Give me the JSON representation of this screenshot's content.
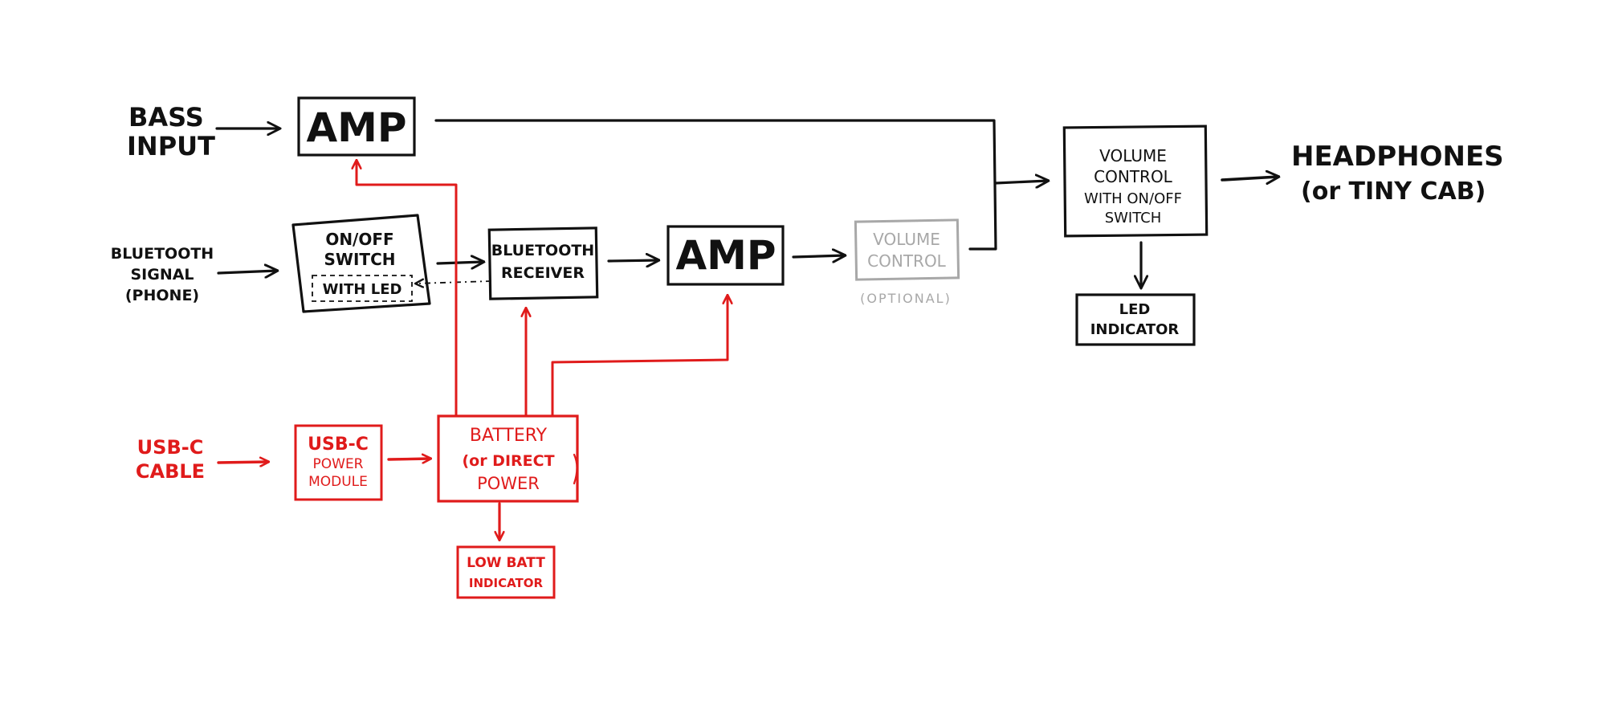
{
  "colors": {
    "signal": "#111111",
    "power": "#e01b1b",
    "optional": "#a8a8a8"
  },
  "inputs": {
    "bass_line1": "BASS",
    "bass_line2": "INPUT",
    "bt_line1": "BLUETOOTH",
    "bt_line2": "SIGNAL",
    "bt_line3": "(PHONE)",
    "usb_line1": "USB-C",
    "usb_line2": "CABLE"
  },
  "blocks": {
    "amp_top": "AMP",
    "switch_line1": "ON/OFF",
    "switch_line2": "SWITCH",
    "switch_led": "WITH LED",
    "bt_receiver_line1": "BLUETOOTH",
    "bt_receiver_line2": "RECEIVER",
    "amp_mid": "AMP",
    "vol_opt_line1": "VOLUME",
    "vol_opt_line2": "CONTROL",
    "vol_opt_note": "(OPTIONAL)",
    "vol_main_line1": "VOLUME",
    "vol_main_line2": "CONTROL",
    "vol_main_line3": "WITH ON/OFF",
    "vol_main_line4": "SWITCH",
    "led_line1": "LED",
    "led_line2": "INDICATOR",
    "usb_module_line1": "USB-C",
    "usb_module_line2": "POWER",
    "usb_module_line3": "MODULE",
    "battery_line1": "BATTERY",
    "battery_line2": "(or DIRECT",
    "battery_line3": "POWER",
    "lowbatt_line1": "LOW BATT",
    "lowbatt_line2": "INDICATOR"
  },
  "output": {
    "line1": "HEADPHONES",
    "line2": "(or TINY CAB)"
  }
}
